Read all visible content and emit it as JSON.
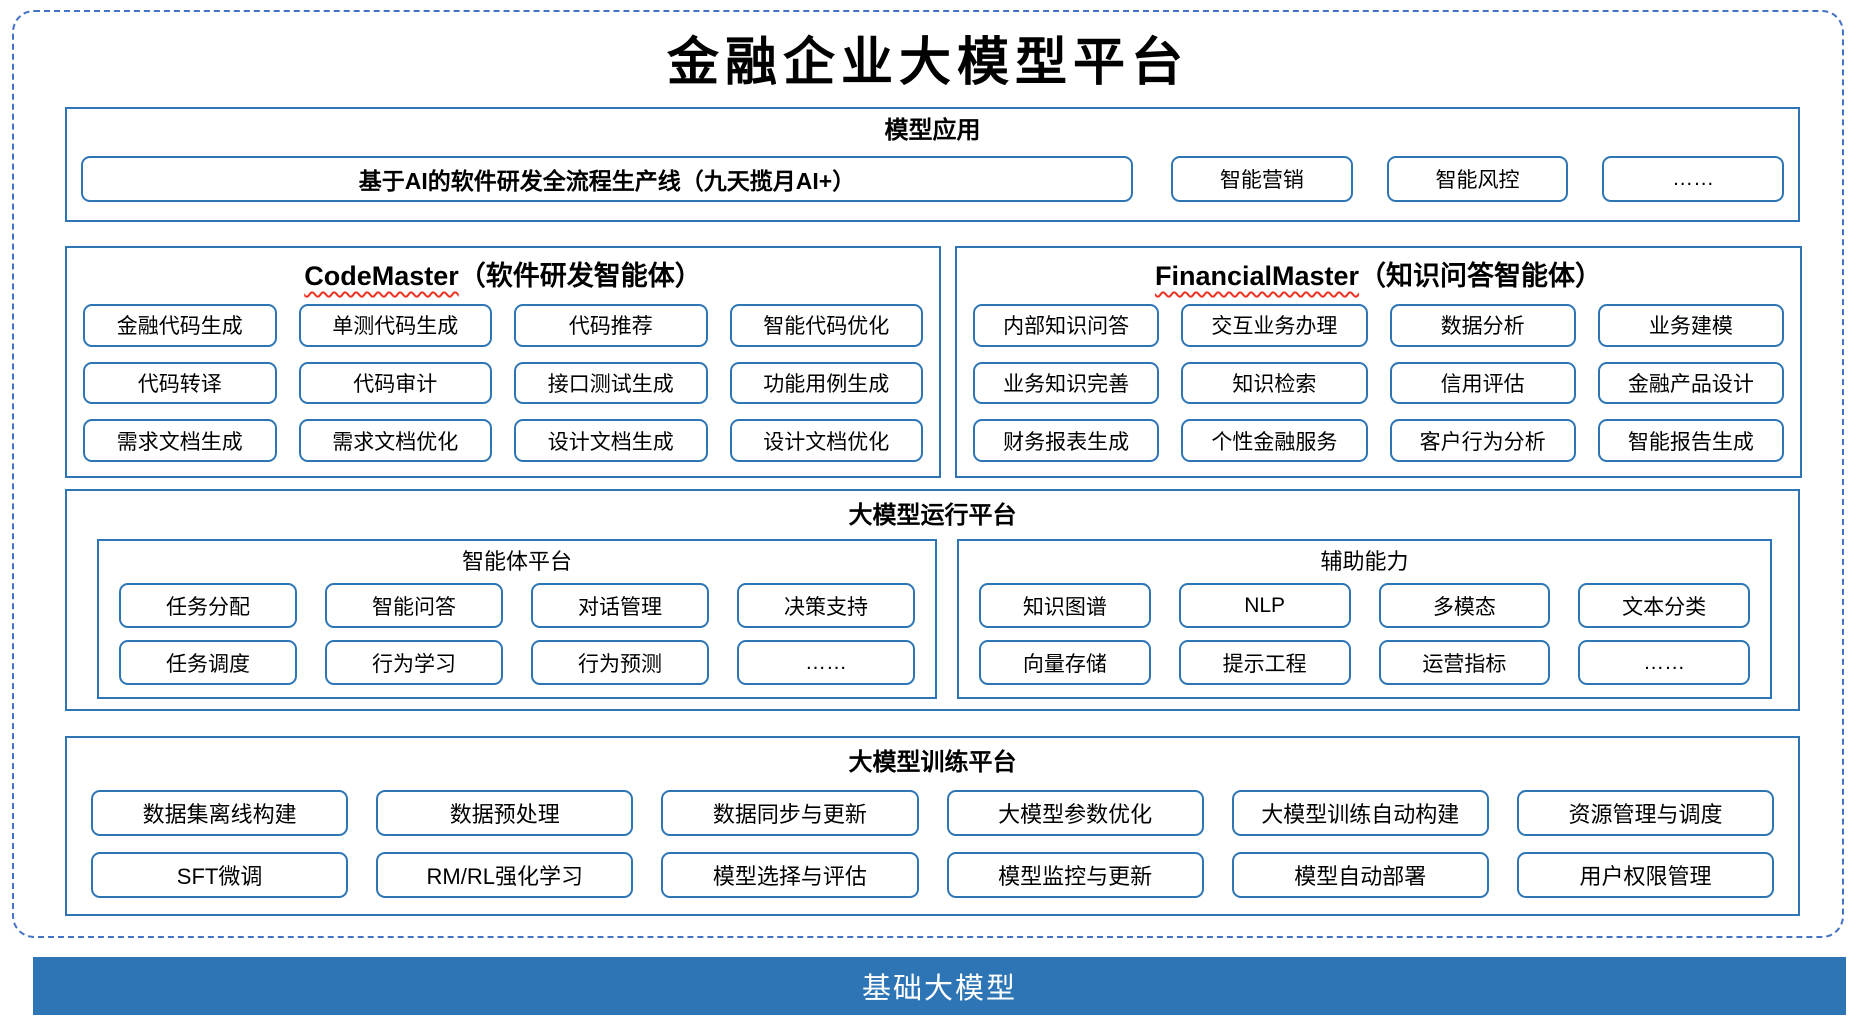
{
  "page": {
    "title": "金融企业大模型平台",
    "footer": "基础大模型"
  },
  "colors": {
    "box_border_blue": "#2E75B6",
    "outer_dashed_blue": "#4472C4",
    "footer_background": "#2E75B6",
    "footer_text": "#FFFFFF",
    "squiggle_red": "#EC3323"
  },
  "sections": {
    "model_app": {
      "title": "模型应用",
      "pipeline": "基于AI的软件研发全流程生产线（九天揽月AI+）",
      "items": [
        "智能营销",
        "智能风控",
        "……"
      ]
    },
    "code_master": {
      "title_en": "CodeMaster",
      "title_zh": "（软件研发智能体）",
      "rows": [
        [
          "金融代码生成",
          "单测代码生成",
          "代码推荐",
          "智能代码优化"
        ],
        [
          "代码转译",
          "代码审计",
          "接口测试生成",
          "功能用例生成"
        ],
        [
          "需求文档生成",
          "需求文档优化",
          "设计文档生成",
          "设计文档优化"
        ]
      ]
    },
    "financial_master": {
      "title_en": "FinancialMaster",
      "title_zh": "（知识问答智能体）",
      "rows": [
        [
          "内部知识问答",
          "交互业务办理",
          "数据分析",
          "业务建模"
        ],
        [
          "业务知识完善",
          "知识检索",
          "信用评估",
          "金融产品设计"
        ],
        [
          "财务报表生成",
          "个性金融服务",
          "客户行为分析",
          "智能报告生成"
        ]
      ]
    },
    "runtime": {
      "title": "大模型运行平台",
      "agent_platform": {
        "title": "智能体平台",
        "rows": [
          [
            "任务分配",
            "智能问答",
            "对话管理",
            "决策支持"
          ],
          [
            "任务调度",
            "行为学习",
            "行为预测",
            "……"
          ]
        ]
      },
      "aux_ability": {
        "title": "辅助能力",
        "rows": [
          [
            "知识图谱",
            "NLP",
            "多模态",
            "文本分类"
          ],
          [
            "向量存储",
            "提示工程",
            "运营指标",
            "……"
          ]
        ]
      }
    },
    "training": {
      "title": "大模型训练平台",
      "rows": [
        [
          "数据集离线构建",
          "数据预处理",
          "数据同步与更新",
          "大模型参数优化",
          "大模型训练自动构建",
          "资源管理与调度"
        ],
        [
          "SFT微调",
          "RM/RL强化学习",
          "模型选择与评估",
          "模型监控与更新",
          "模型自动部署",
          "用户权限管理"
        ]
      ]
    }
  }
}
